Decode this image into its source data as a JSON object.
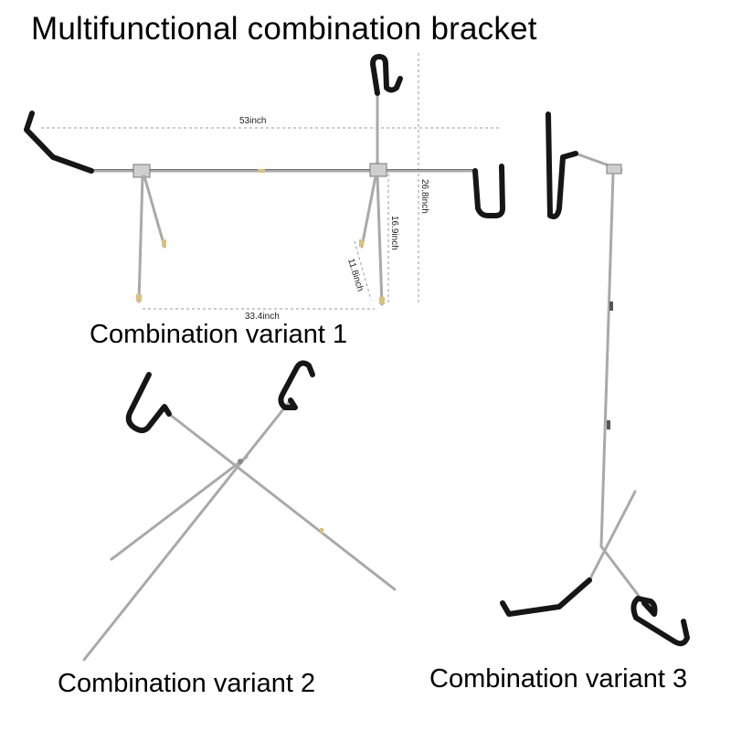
{
  "title": "Multifunctional combination bracket",
  "variants": [
    {
      "caption": "Combination variant 1"
    },
    {
      "caption": "Combination variant 2"
    },
    {
      "caption": "Combination variant 3"
    }
  ],
  "dimensions": {
    "total_length": "53inch",
    "total_height": "26.8inch",
    "leg_height": "16.9inch",
    "leg_length": "11.8inch",
    "leg_span": "33.4inch"
  },
  "colors": {
    "rod": "#a9a9a9",
    "hook_coating": "#161616",
    "dimension_line": "#999999"
  }
}
